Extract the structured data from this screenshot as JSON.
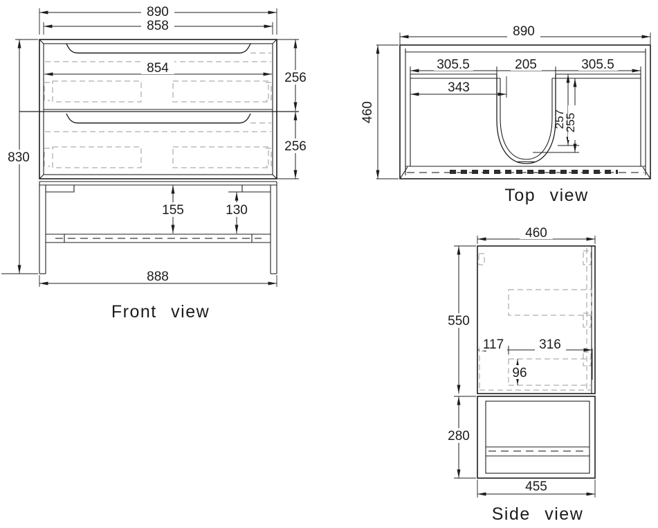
{
  "drawing": {
    "type": "technical-orthographic-drawing",
    "subject": "vanity cabinet with two drawers, basin cutout and leg frame",
    "colors": {
      "line": "#1e1e1e",
      "hidden_line": "#9a9a9a",
      "background": "#ffffff"
    },
    "front_view": {
      "title": "Front view",
      "dim_overall_width": "890",
      "dim_inner_width": "858",
      "dim_drawer_width": "854",
      "dim_drawer_top_height": "256",
      "dim_drawer_bottom_height": "256",
      "dim_overall_height": "830",
      "dim_leg_space_height": "155",
      "dim_leg_inner_height": "130",
      "dim_base_width": "888"
    },
    "top_view": {
      "title": "Top view",
      "dim_overall_width": "890",
      "dim_depth": "460",
      "dim_left_to_basin": "305.5",
      "dim_basin_width": "205",
      "dim_right_to_basin": "305.5",
      "dim_left_panel": "343",
      "dim_basin_depth_outer": "257",
      "dim_basin_depth_inner": "255"
    },
    "side_view": {
      "title": "Side view",
      "dim_depth": "460",
      "dim_cabinet_height": "550",
      "dim_front_gap": "117",
      "dim_runner_length": "316",
      "dim_runner_height": "96",
      "dim_leg_frame_height": "280",
      "dim_base_depth": "455"
    }
  }
}
